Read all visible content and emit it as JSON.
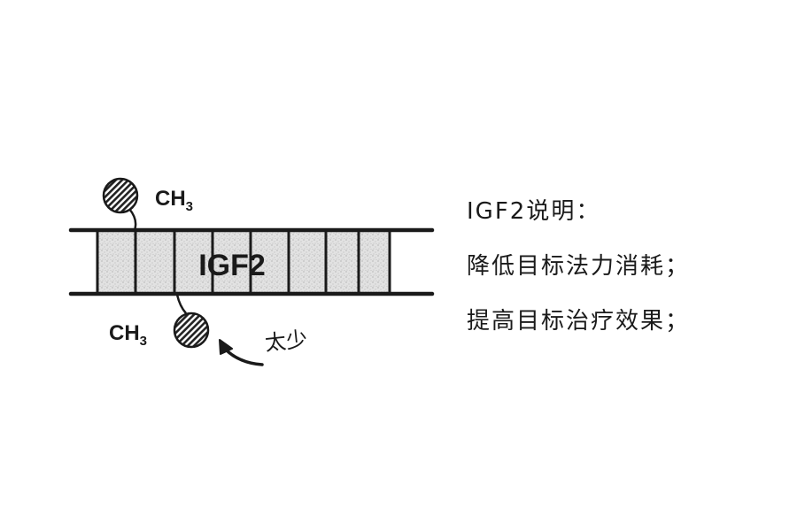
{
  "gene": {
    "label": "IGF2"
  },
  "methyl_top": {
    "base": "CH",
    "sub": "3"
  },
  "methyl_bottom": {
    "base": "CH",
    "sub": "3"
  },
  "annotation": {
    "text": "太少"
  },
  "notes": {
    "title": "IGF2说明：",
    "lines": [
      "降低目标法力消耗；",
      "提高目标治疗效果；"
    ]
  },
  "colors": {
    "ink": "#1a1a1a",
    "fill": "#d9d9d9"
  }
}
